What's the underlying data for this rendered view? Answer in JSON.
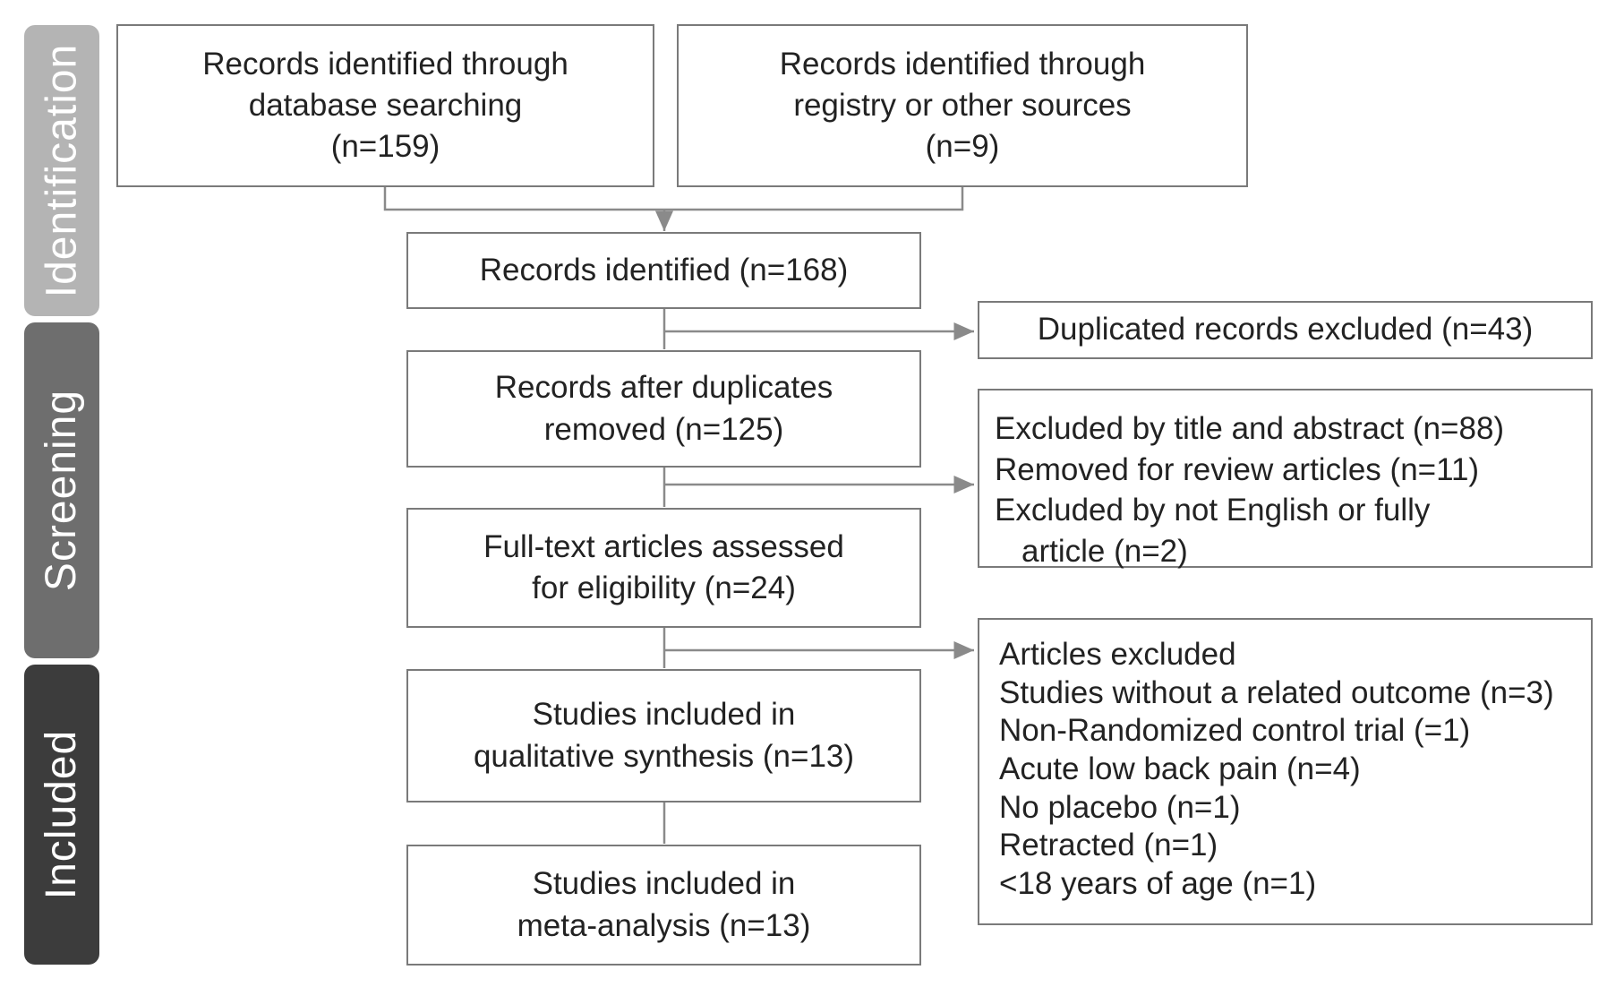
{
  "phases": {
    "identification": "Identification",
    "screening": "Screening",
    "included": "Included"
  },
  "colors": {
    "identification": "#b4b4b4",
    "screening": "#6e6e6e",
    "included": "#3c3c3c",
    "border": "#7a7a7a"
  },
  "boxes": {
    "database": [
      "Records identified through",
      "database searching",
      "(n=159)"
    ],
    "registry": [
      "Records identified through",
      "registry or other sources",
      "(n=9)"
    ],
    "identified": [
      "Records identified (n=168)"
    ],
    "duplicates_excluded": [
      "Duplicated records excluded (n=43)"
    ],
    "after_duplicates": [
      "Records after duplicates",
      "removed (n=125)"
    ],
    "screen_excluded": [
      "Excluded by title and abstract (n=88)",
      "Removed for review articles (n=11)",
      "Excluded by not English or fully",
      "article (n=2)"
    ],
    "fulltext": [
      "Full-text articles assessed",
      "for eligibility (n=24)"
    ],
    "articles_excluded": [
      "Articles excluded",
      "Studies without a related outcome (n=3)",
      "Non-Randomized control trial (=1)",
      "Acute low back pain (n=4)",
      "No placebo (n=1)",
      "Retracted (n=1)",
      "<18 years of age (n=1)"
    ],
    "qualitative": [
      "Studies included in",
      "qualitative synthesis (n=13)"
    ],
    "meta": [
      "Studies included in",
      "meta-analysis (n=13)"
    ]
  }
}
